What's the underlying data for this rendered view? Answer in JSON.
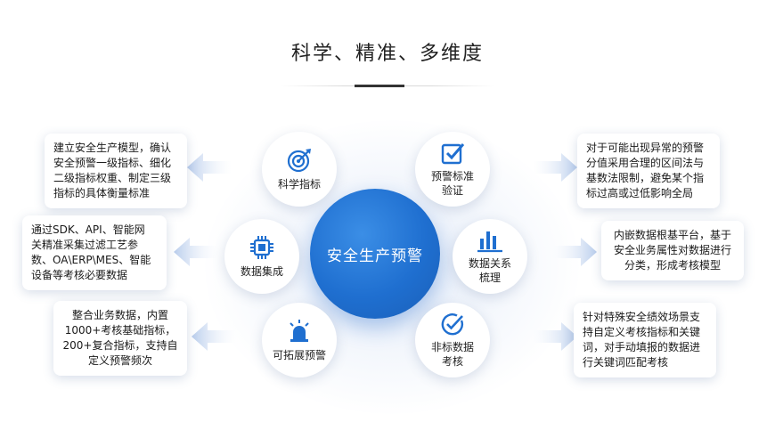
{
  "header": {
    "title": "科学、精准、多维度"
  },
  "center": {
    "label": "安全生产预警"
  },
  "nodes": {
    "science": {
      "label": "科学指标",
      "icon": "target-icon"
    },
    "standard": {
      "label1": "预警标准",
      "label2": "验证",
      "icon": "checkbox-icon"
    },
    "integration": {
      "label": "数据集成",
      "icon": "chip-icon"
    },
    "relation": {
      "label1": "数据关系",
      "label2": "梳理",
      "icon": "bar-chart-icon"
    },
    "extensible": {
      "label": "可拓展预警",
      "icon": "alarm-icon"
    },
    "nonstandard": {
      "label1": "非标数据",
      "label2": "考核",
      "icon": "check-circle-icon"
    }
  },
  "boxes": {
    "left1": [
      "建立安全生产模型，确认",
      "安全预警一级指标、细化",
      "二级指标权重、制定三级",
      "指标的具体衡量标准"
    ],
    "left2": [
      "通过SDK、API、智能网",
      "关精准采集过滤工艺参",
      "数、OA\\ERP\\MES、智能",
      "设备等考核必要数据"
    ],
    "left3": [
      "整合业务数据，内置",
      "1000+考核基础指标，",
      "200+复合指标，支持自",
      "定义预警频次"
    ],
    "right1": [
      "对于可能出现异常的预警",
      "分值采用合理的区间法与",
      "基数法限制，避免某个指",
      "标过高或过低影响全局"
    ],
    "right2": [
      "内嵌数据根基平台，基于",
      "安全业务属性对数据进行",
      "分类，形成考核模型"
    ],
    "right3": [
      "针对特殊安全绩效场景支",
      "持自定义考核指标和关键",
      "词，对手动填报的数据进",
      "行关键词匹配考核"
    ]
  },
  "colors": {
    "accent": "#1f6fd0",
    "arrow": "#c9d8ef"
  }
}
